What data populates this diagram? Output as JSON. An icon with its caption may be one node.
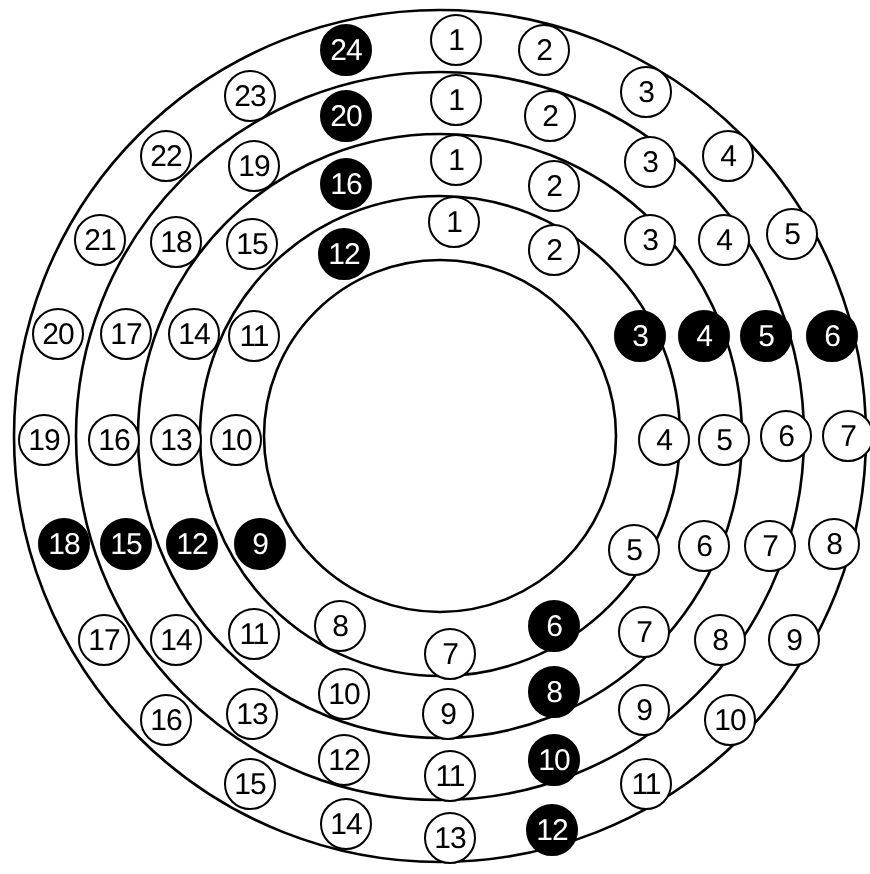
{
  "diagram": {
    "nodes": [
      {
        "text": [
          "1"
        ]
      },
      {
        "text": [
          "2"
        ]
      },
      {
        "text": [
          "3"
        ]
      },
      {
        "text": [
          "4"
        ]
      },
      {
        "text": [
          "5"
        ]
      },
      {
        "text": [
          "6"
        ]
      },
      {
        "text": [
          "7"
        ]
      },
      {
        "text": [
          "8"
        ]
      },
      {
        "text": [
          "9"
        ]
      },
      {
        "text": [
          "10"
        ]
      },
      {
        "text": [
          "11"
        ]
      },
      {
        "text": [
          "12"
        ]
      },
      {
        "text": [
          "13"
        ]
      },
      {
        "text": [
          "14"
        ]
      },
      {
        "text": [
          "15"
        ]
      },
      {
        "text": [
          "16"
        ]
      },
      {
        "text": [
          "17"
        ]
      },
      {
        "text": [
          "18"
        ]
      },
      {
        "text": [
          "19"
        ]
      },
      {
        "text": [
          "20"
        ]
      },
      {
        "text": [
          "21"
        ]
      },
      {
        "text": [
          "22"
        ]
      },
      {
        "text": [
          "23"
        ]
      },
      {
        "text": [
          "24"
        ]
      },
      {
        "text": [
          "1"
        ]
      },
      {
        "text": [
          "2"
        ]
      },
      {
        "text": [
          "3"
        ]
      },
      {
        "text": [
          "4"
        ]
      },
      {
        "text": [
          "5"
        ]
      },
      {
        "text": [
          "6"
        ]
      },
      {
        "text": [
          "7"
        ]
      },
      {
        "text": [
          "8"
        ]
      },
      {
        "text": [
          "9"
        ]
      },
      {
        "text": [
          "10"
        ]
      },
      {
        "text": [
          "11"
        ]
      },
      {
        "text": [
          "12"
        ]
      },
      {
        "text": [
          "13"
        ]
      },
      {
        "text": [
          "14"
        ]
      },
      {
        "text": [
          "15"
        ]
      },
      {
        "text": [
          "16"
        ]
      },
      {
        "text": [
          "17"
        ]
      },
      {
        "text": [
          "18"
        ]
      },
      {
        "text": [
          "19"
        ]
      },
      {
        "text": [
          "20"
        ]
      },
      {
        "text": [
          "1"
        ]
      },
      {
        "text": [
          "2"
        ]
      },
      {
        "text": [
          "3"
        ]
      },
      {
        "text": [
          "4"
        ]
      },
      {
        "text": [
          "5"
        ]
      },
      {
        "text": [
          "6"
        ]
      },
      {
        "text": [
          "7"
        ]
      },
      {
        "text": [
          "8"
        ]
      },
      {
        "text": [
          "9"
        ]
      },
      {
        "text": [
          "10"
        ]
      },
      {
        "text": [
          "11"
        ]
      },
      {
        "text": [
          "12"
        ]
      },
      {
        "text": [
          "13"
        ]
      },
      {
        "text": [
          "14"
        ]
      },
      {
        "text": [
          "15"
        ]
      },
      {
        "text": [
          "16"
        ]
      },
      {
        "text": [
          "1"
        ]
      },
      {
        "text": [
          "2"
        ]
      },
      {
        "text": [
          "3"
        ]
      },
      {
        "text": [
          "4"
        ]
      },
      {
        "text": [
          "5"
        ]
      },
      {
        "text": [
          "6"
        ]
      },
      {
        "text": [
          "7"
        ]
      },
      {
        "text": [
          "8"
        ]
      },
      {
        "text": [
          "9"
        ]
      },
      {
        "text": [
          "10"
        ]
      },
      {
        "text": [
          "11"
        ]
      },
      {
        "text": [
          "12"
        ]
      }
    ]
  }
}
